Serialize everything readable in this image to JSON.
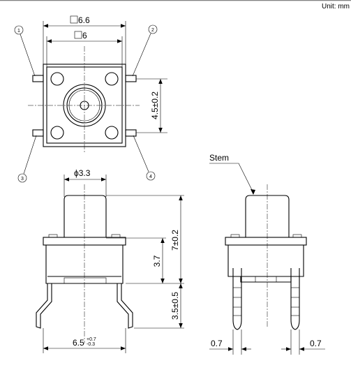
{
  "header": {
    "unit": "Unit: mm"
  },
  "top_view": {
    "outer_dim": "6.6",
    "inner_dim": "6",
    "pitch_dim": "4.5±0.2",
    "terminals": [
      "1",
      "2",
      "3",
      "4"
    ]
  },
  "front_view": {
    "stem_diameter": "ϕ3.3",
    "height_dim": "7±0.2",
    "body_dim": "3.7",
    "lead_dim": "3.5±0.5",
    "span_dim_main": "6.5",
    "span_tol_plus": "+0.7",
    "span_tol_minus": "-0.3"
  },
  "side_view": {
    "stem_label": "Stem",
    "lead_width_left": "0.7",
    "lead_width_right": "0.7"
  },
  "colors": {
    "line": "#000000",
    "background": "#ffffff"
  }
}
